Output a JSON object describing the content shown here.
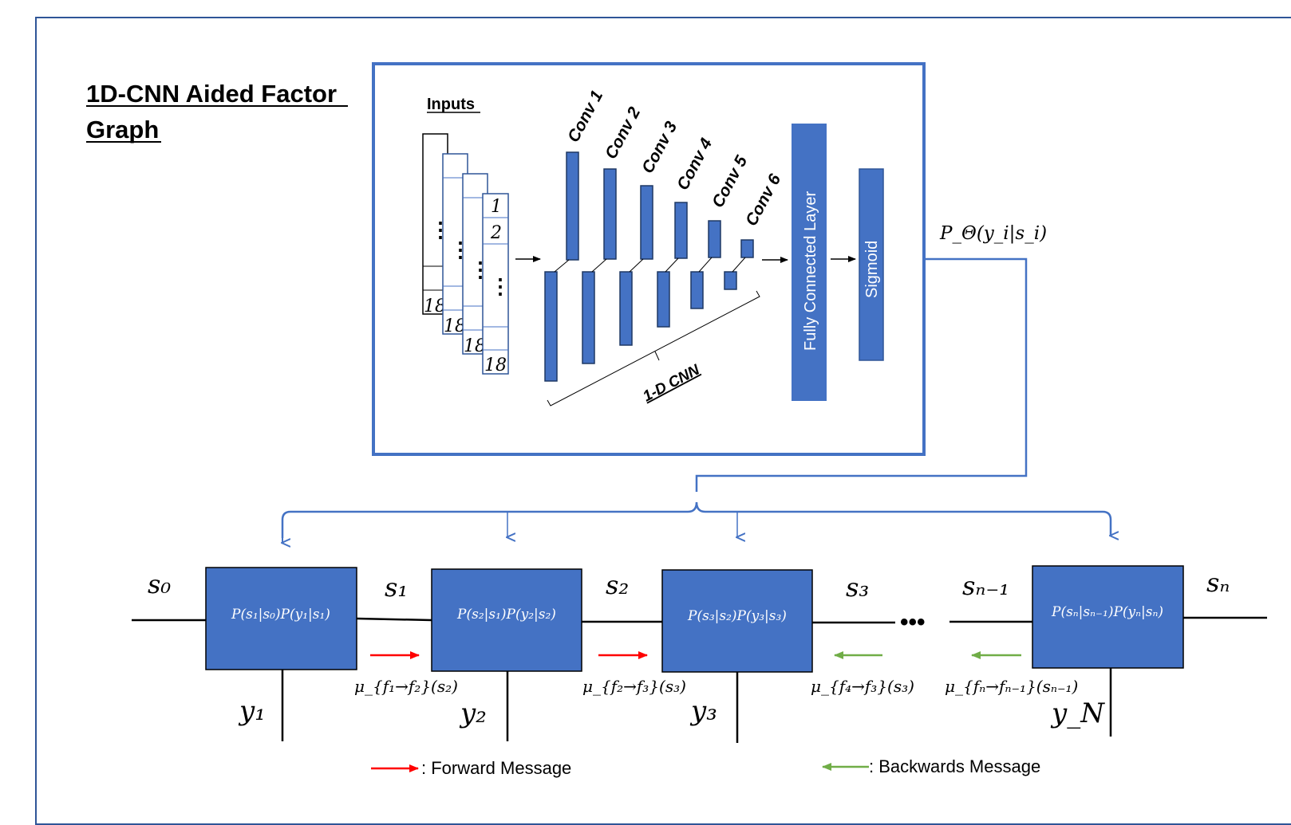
{
  "title_line1": "1D-CNN Aided Factor",
  "title_line2": "Graph",
  "cnn": {
    "inputs_label": "Inputs",
    "conv_labels": [
      "Conv 1",
      "Conv 2",
      "Conv 3",
      "Conv 4",
      "Conv 5",
      "Conv 6"
    ],
    "bracket_label": "1-D CNN",
    "fc_label": "Fully Connected Layer",
    "sigmoid_label": "Sigmoid",
    "input_cells": {
      "first": "1",
      "second": "2",
      "dots": "⋮",
      "last": "18"
    },
    "output_label": "P_Θ(y_i|s_i)"
  },
  "factor_graph": {
    "boxes": [
      "P(s₁|s₀)P(y₁|s₁)",
      "P(s₂|s₁)P(y₂|s₂)",
      "P(s₃|s₂)P(y₃|s₃)",
      "P(sₙ|sₙ₋₁)P(yₙ|sₙ)"
    ],
    "state_labels": [
      "s₀",
      "s₁",
      "s₂",
      "s₃",
      "sₙ₋₁",
      "sₙ"
    ],
    "observation_labels": [
      "y₁",
      "y₂",
      "y₃",
      "y_N"
    ],
    "ellipsis": "•••",
    "messages": [
      "μ_{f₁→f₂}(s₂)",
      "μ_{f₂→f₃}(s₃)",
      "μ_{f₄→f₃}(s₃)",
      "μ_{fₙ→fₙ₋₁}(sₙ₋₁)"
    ]
  },
  "legend": {
    "forward": ": Forward Message",
    "backward": ": Backwards Message"
  },
  "colors": {
    "block": "#4472c4",
    "frame": "#2f5597",
    "forward": "#ff0000",
    "backward": "#70ad47"
  }
}
